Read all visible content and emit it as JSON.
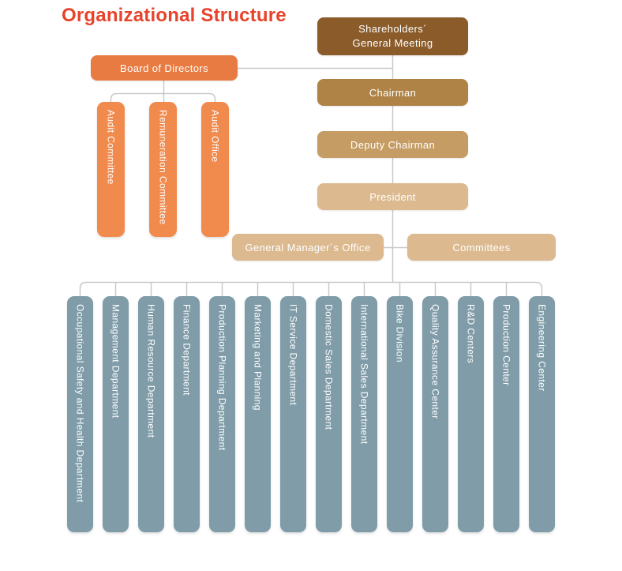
{
  "title": "Organizational Structure",
  "colors": {
    "title": "#E7432B",
    "board": "#E87B41",
    "board_children": "#F18A4D",
    "shareholders": "#8B5B29",
    "chairman": "#AF8246",
    "deputy_chairman": "#C59C63",
    "president": "#DCB98E",
    "gm_office_committees": "#DCB98E",
    "departments": "#7F9CA8",
    "connectors": "#C9C9C9",
    "node_text": "#FFFFFF"
  },
  "nodes": {
    "shareholders_meeting": "Shareholders´\nGeneral Meeting",
    "chairman": "Chairman",
    "deputy_chairman": "Deputy Chairman",
    "president": "President",
    "board_of_directors": "Board of Directors",
    "general_managers_office": "General Manager´s Office",
    "committees": "Committees"
  },
  "board_children": [
    {
      "label": "Audit Committee"
    },
    {
      "label": "Remuneration Committee"
    },
    {
      "label": "Audit Office"
    }
  ],
  "departments": [
    {
      "label": "Occupational Safety and Health Department"
    },
    {
      "label": "Management Department"
    },
    {
      "label": "Human Resource Department"
    },
    {
      "label": "Finance Department"
    },
    {
      "label": "Production Planning Department"
    },
    {
      "label": "Marketing and Planning"
    },
    {
      "label": "IT Service Department"
    },
    {
      "label": "Domestic Sales Department"
    },
    {
      "label": "International Sales Department"
    },
    {
      "label": "Bike Division"
    },
    {
      "label": "Quality Assurance Center"
    },
    {
      "label": "R&D Centers"
    },
    {
      "label": "Production Center"
    },
    {
      "label": "Engineering Center"
    }
  ]
}
